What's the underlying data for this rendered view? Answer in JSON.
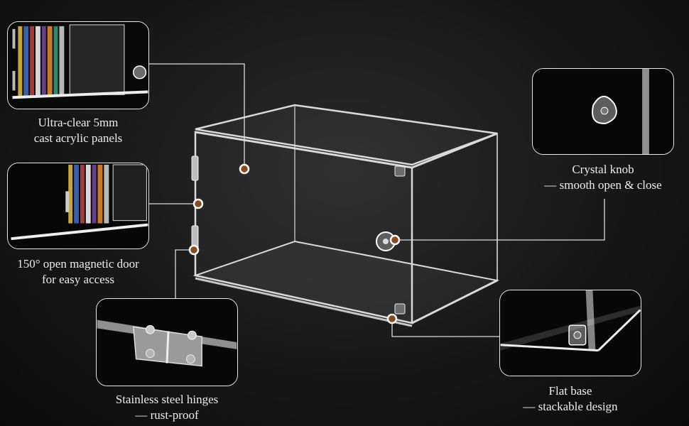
{
  "callouts": {
    "panels": {
      "line1": "Ultra-clear 5mm",
      "line2": "cast acrylic panels",
      "icon": "acrylic-panel-closeup"
    },
    "door": {
      "line1": "150° open magnetic door",
      "line2": "for easy access",
      "icon": "open-door-closeup"
    },
    "hinges": {
      "line1": "Stainless steel hinges",
      "line2": "— rust-proof",
      "icon": "hinge-closeup"
    },
    "knob": {
      "line1": "Crystal knob",
      "line2": "— smooth open & close",
      "icon": "crystal-knob-closeup"
    },
    "base": {
      "line1": "Flat base",
      "line2": "— stackable design",
      "icon": "flat-base-closeup"
    }
  },
  "colors": {
    "background": "#161616",
    "marker": "#8a4a1e",
    "outline": "#e8e8e8"
  }
}
